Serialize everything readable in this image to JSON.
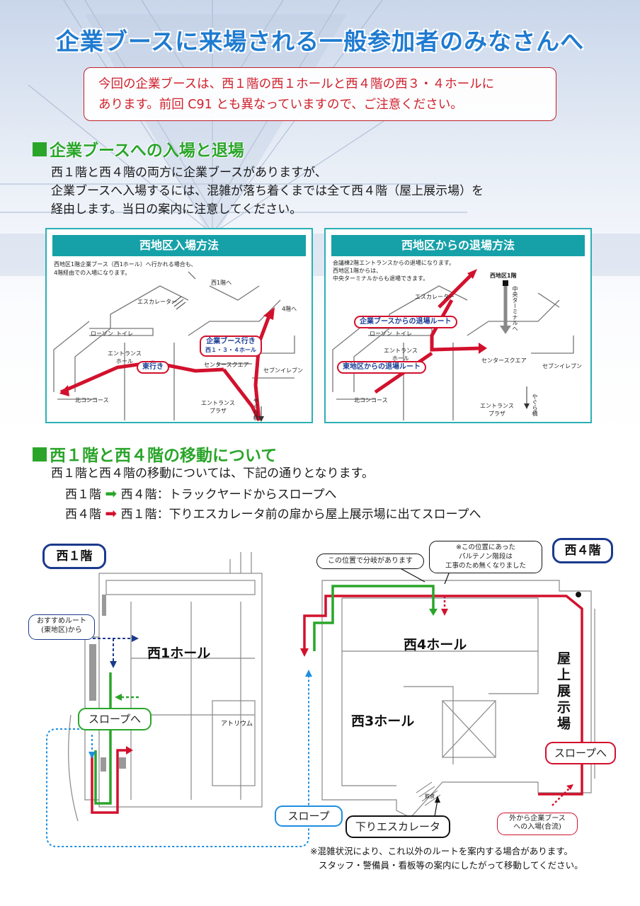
{
  "title": "企業ブースに来場される一般参加者のみなさんへ",
  "notice": {
    "line1": "今回の企業ブースは、西１階の西１ホールと西４階の西３・４ホールに",
    "line2": "あります。前回 C91 とも異なっていますので、ご注意ください。"
  },
  "section1": {
    "heading": "企業ブースへの入場と退場",
    "lines": [
      "西１階と西４階の両方に企業ブースがありますが、",
      "企業ブースへ入場するには、混雑が落ち着くまでは全て西４階（屋上展示場）を",
      "経由します。当日の案内に注意してください。"
    ]
  },
  "entry_map": {
    "header": "西地区入場方法",
    "note1": "西地区1階企業ブース（西1ホール）へ行かれる場合も、",
    "note2": "4階経由での入場になります。",
    "labels": {
      "west1f_to": "西1階へ",
      "escalator": "エスカレーター",
      "to_4f": "4階へ",
      "lawson": "ローソン",
      "toilet": "トイレ",
      "entrance_hall": "エントランス\nホール",
      "center_square": "センタースクエア",
      "seven": "セブンイレブン",
      "north_concourse": "北コンコース",
      "entrance_plaza": "エントランス\nプラザ",
      "yagura": "やぐら橋"
    },
    "route_booth_line1": "企業ブース行き",
    "route_booth_line2": "西１・３・４ホール",
    "route_east": "東行き"
  },
  "exit_map": {
    "header": "西地区からの退場方法",
    "note1": "会議棟2階エントランスからの退場になります。",
    "note2": "西地区1階からは、",
    "note3": "中央ターミナルからも退場できます。",
    "labels": {
      "west1f": "西地区1階",
      "escalator": "エスカレーター",
      "central_terminal": "中央ターミナルへ",
      "lawson": "ローソン",
      "toilet": "トイレ",
      "entrance_hall": "エントランス\nホール",
      "center_square": "センタースクエア",
      "seven": "セブンイレブン",
      "north_concourse": "北コンコース",
      "entrance_plaza": "エントランス\nプラザ",
      "yagura": "やぐら橋"
    },
    "route_booth_exit": "企業ブースからの退場ルート",
    "route_east_exit": "東地区からの退場ルート"
  },
  "section2": {
    "heading": "西１階と西４階の移動について",
    "intro": "西１階と西４階の移動については、下記の通りとなります。",
    "route1_from": "西１階",
    "route1_to": "西４階：トラックヤードからスロープへ",
    "route2_from": "西４階",
    "route2_to": "西１階：下りエスカレータ前の扉から屋上展示場に出てスロープへ",
    "colors": {
      "green_arrow": "#2aa52a",
      "red_arrow": "#d2112d"
    }
  },
  "floor1": {
    "badge": "西１階",
    "recommended": "おすすめルート\n(東地区)から",
    "hall": "西1ホール",
    "atrium": "アトリウム",
    "to_slope": "スロープへ"
  },
  "floor4": {
    "badge": "西４階",
    "branch_note": "この位置で分岐があります",
    "parthenon_note": "※この位置にあった\nパルテノン階段は\n工事のため無くなりました",
    "hall4": "西4ホール",
    "hall3": "西3ホール",
    "rooftop": "屋上展示場",
    "to_slope": "スロープへ",
    "slope": "スロープ",
    "down_escalator": "下りエスカレータ",
    "outside_entry": "外から企業ブース\nへの入場(合流)",
    "restaurant": "飲食"
  },
  "footnote": {
    "line1": "※混雑状況により、これ以外のルートを案内する場合があります。",
    "line2": "スタッフ・警備員・看板等の案内にしたがって移動してください。"
  },
  "colors": {
    "title_blue": "#1f7bd0",
    "notice_red": "#d0202c",
    "section_green": "#2aa52a",
    "panel_teal": "#16a1a9",
    "route_red": "#d2112d",
    "route_blue": "#1b3a8c"
  }
}
